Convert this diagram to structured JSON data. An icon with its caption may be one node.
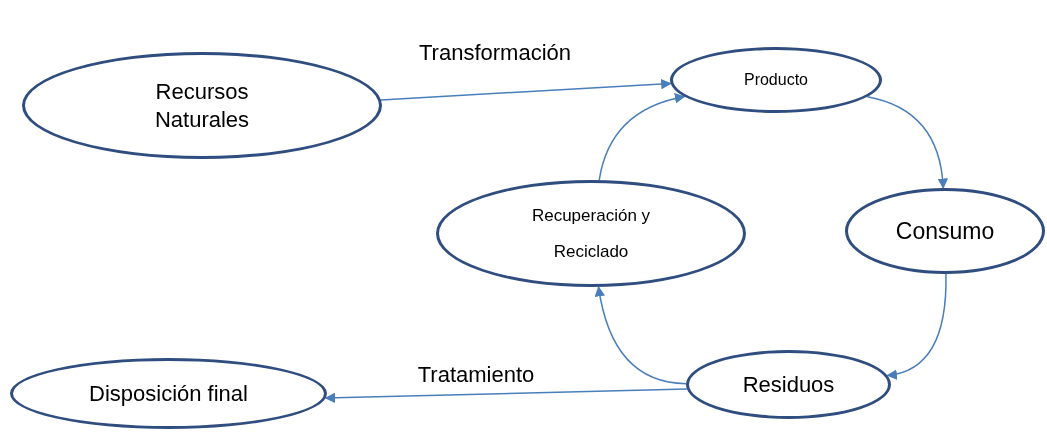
{
  "diagram": {
    "nodes": [
      {
        "text": [
          "Recursos Naturales"
        ]
      },
      {
        "text": [
          "Producto"
        ]
      },
      {
        "text": [
          "Consumo"
        ]
      },
      {
        "text": [
          "Recuperación y Reciclado"
        ]
      },
      {
        "text": [
          "Residuos"
        ]
      },
      {
        "text": [
          "Disposición final"
        ]
      }
    ],
    "edges": [
      {
        "from": 0,
        "to": 1,
        "arrow": "to",
        "label": "Transformación"
      },
      {
        "from": 1,
        "to": 2,
        "arrow": "to"
      },
      {
        "from": 2,
        "to": 4,
        "arrow": "to"
      },
      {
        "from": 4,
        "to": 3,
        "arrow": "to"
      },
      {
        "from": 3,
        "to": 1,
        "arrow": "to"
      },
      {
        "from": 4,
        "to": 5,
        "arrow": "to",
        "label": "Tratamiento"
      }
    ]
  }
}
